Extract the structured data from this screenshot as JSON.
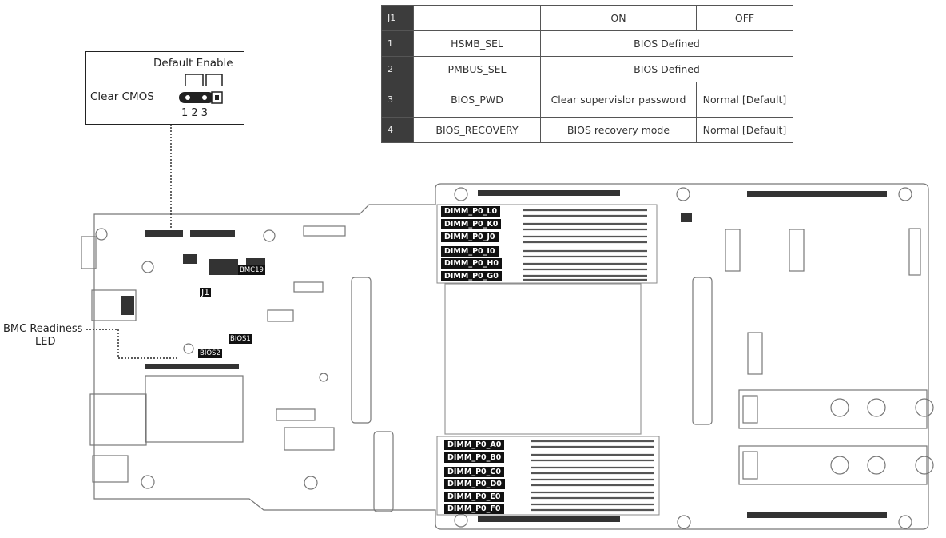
{
  "table": {
    "header": {
      "col0": "J1",
      "col1": "",
      "on": "ON",
      "off": "OFF"
    },
    "rows": [
      {
        "num": "1",
        "name": "HSMB_SEL",
        "on": "BIOS Defined",
        "off": "",
        "merged": true
      },
      {
        "num": "2",
        "name": "PMBUS_SEL",
        "on": "BIOS Defined",
        "off": "",
        "merged": true
      },
      {
        "num": "3",
        "name": "BIOS_PWD",
        "on": "Clear supervislor password",
        "off": "Normal [Default]",
        "merged": false
      },
      {
        "num": "4",
        "name": "BIOS_RECOVERY",
        "on": "BIOS recovery mode",
        "off": "Normal [Default]",
        "merged": false
      }
    ]
  },
  "callout": {
    "default_enable": "Default Enable",
    "clear_cmos": "Clear CMOS",
    "pins": "1 2 3"
  },
  "labels": {
    "j1": "J1",
    "bmc_chip": "BMC19",
    "bios1": "BIOS1",
    "bios2": "BIOS2",
    "bmc_led_line1": "BMC Readiness",
    "bmc_led_line2": "LED"
  },
  "dimm_top": [
    "DIMM_P0_L0",
    "DIMM_P0_K0",
    "DIMM_P0_J0",
    "DIMM_P0_I0",
    "DIMM_P0_H0",
    "DIMM_P0_G0"
  ],
  "dimm_bottom": [
    "DIMM_P0_A0",
    "DIMM_P0_B0",
    "DIMM_P0_C0",
    "DIMM_P0_D0",
    "DIMM_P0_E0",
    "DIMM_P0_F0"
  ]
}
